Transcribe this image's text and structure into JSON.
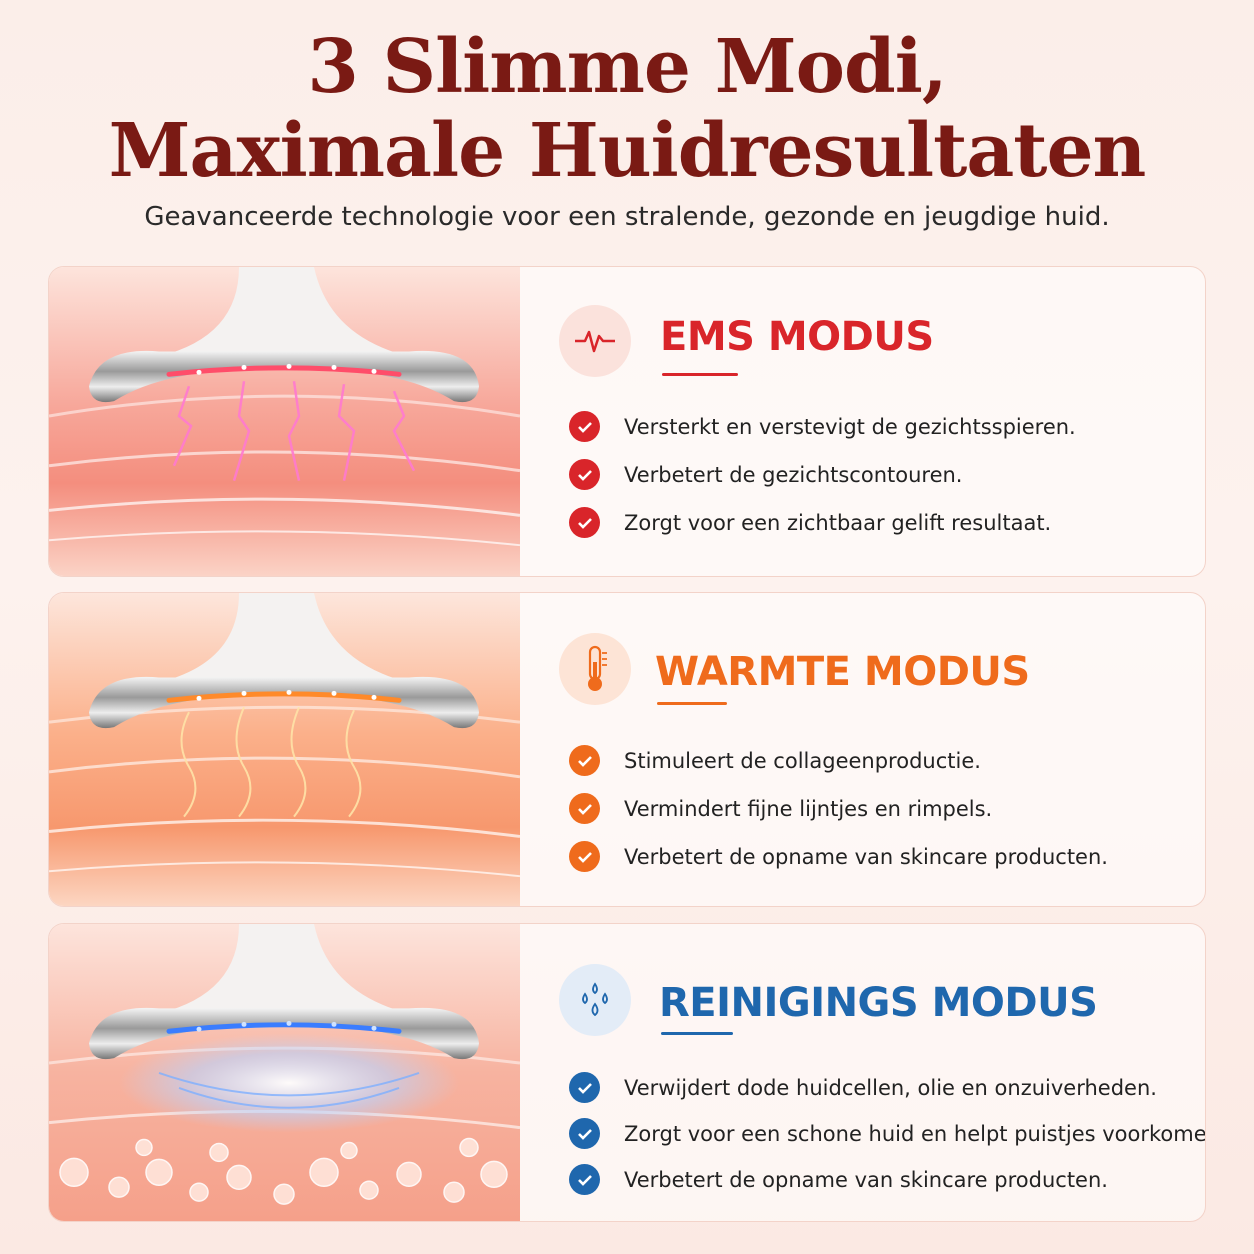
{
  "header": {
    "title_line1": "3 Slimme Modi,",
    "title_line2": "Maximale Huidresultaten",
    "subtitle": "Geavanceerde technologie voor een stralende, gezonde en jeugdige huid."
  },
  "modes": [
    {
      "title": "EMS MODUS",
      "icon": "pulse-icon",
      "color": "#d9252a",
      "light_color": "#ff5a78",
      "bullets": [
        "Versterkt en verstevigt de gezichtsspieren.",
        "Verbetert de gezichtscontouren.",
        "Zorgt voor een zichtbaar gelift resultaat."
      ]
    },
    {
      "title": "WARMTE MODUS",
      "icon": "thermometer-icon",
      "color": "#ef6b1c",
      "light_color": "#ff8a2a",
      "bullets": [
        "Stimuleert de collageenproductie.",
        "Vermindert fijne lijntjes en rimpels.",
        "Verbetert de opname van skincare producten."
      ]
    },
    {
      "title": "REINIGINGS MODUS",
      "icon": "water-drops-icon",
      "color": "#1f67ad",
      "light_color": "#3a7dff",
      "bullets": [
        "Verwijdert dode huidcellen, olie en onzuiverheden.",
        "Zorgt voor een schone huid en helpt puistjes voorkomen.",
        "Verbetert de opname van skincare producten."
      ]
    }
  ]
}
